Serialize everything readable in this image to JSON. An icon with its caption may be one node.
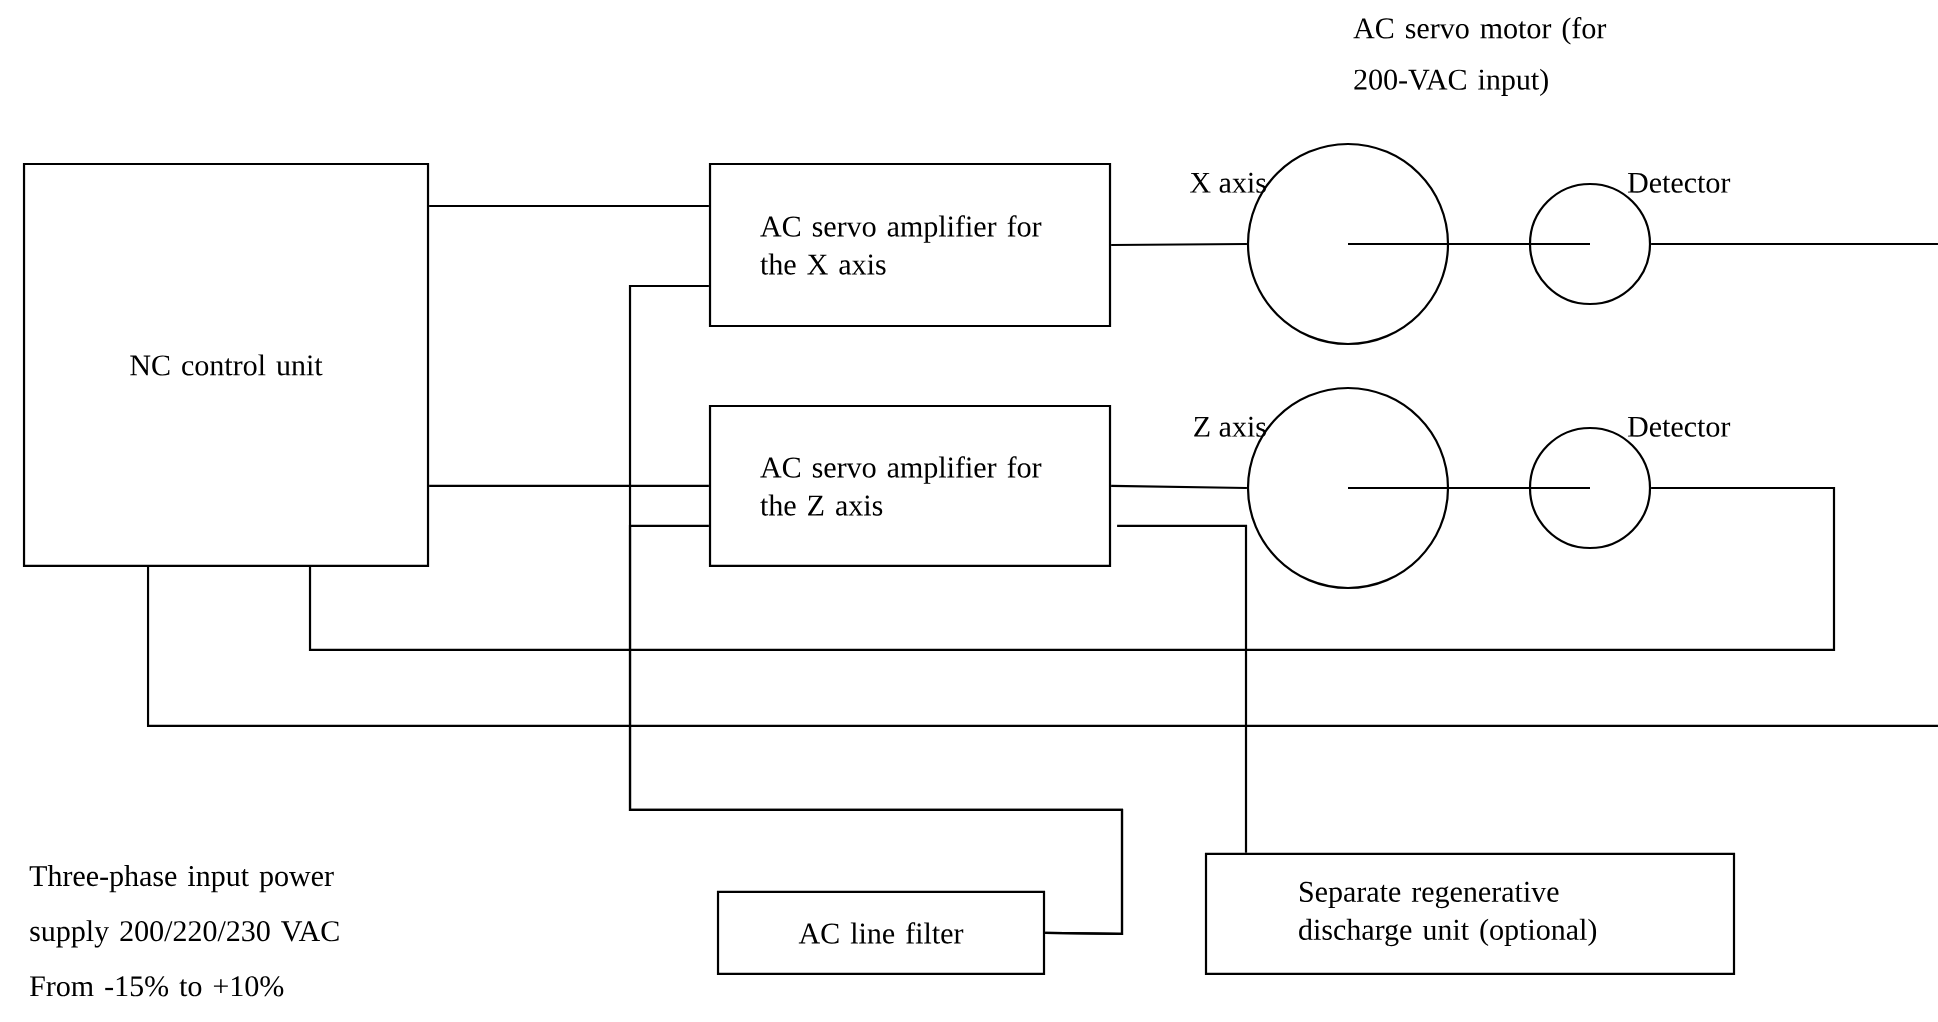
{
  "diagram": {
    "nodes": [
      {
        "text": [
          "NC control unit"
        ]
      },
      {
        "text": [
          "AC servo amplifier for the X axis"
        ]
      },
      {
        "text": [
          "AC servo amplifier for the Z axis"
        ]
      },
      {
        "text": [],
        "shape": "circle",
        "beside": [
          "X axis"
        ]
      },
      {
        "text": [],
        "shape": "circle",
        "beside": [
          "Detector"
        ]
      },
      {
        "text": [],
        "shape": "circle",
        "beside": [
          "Z axis"
        ]
      },
      {
        "text": [],
        "shape": "circle",
        "beside": [
          "Detector"
        ]
      },
      {
        "text": [
          "AC line filter"
        ]
      },
      {
        "text": [
          "Separate regenerative discharge unit (optional)"
        ]
      }
    ],
    "edges": [
      {
        "from": 0,
        "to": 1,
        "arrow": "none"
      },
      {
        "from": 0,
        "to": 2,
        "arrow": "none"
      },
      {
        "from": 1,
        "to": 3,
        "arrow": "none"
      },
      {
        "from": 3,
        "to": 4,
        "arrow": "none"
      },
      {
        "from": 4,
        "to": null,
        "arrow": "none"
      },
      {
        "from": 2,
        "to": 5,
        "arrow": "none"
      },
      {
        "from": 5,
        "to": 6,
        "arrow": "none"
      },
      {
        "from": 0,
        "to": 6,
        "arrow": "none"
      },
      {
        "from": 0,
        "to": null,
        "arrow": "none"
      },
      {
        "from": 7,
        "to": 1,
        "arrow": "none"
      },
      {
        "from": 7,
        "to": 2,
        "arrow": "none"
      },
      {
        "from": 2,
        "to": 8,
        "arrow": "none"
      }
    ],
    "labels": [
      "AC servo motor (for 200-VAC input)",
      "Three-phase input power supply 200/220/230 VAC From -15% to +10%"
    ]
  }
}
